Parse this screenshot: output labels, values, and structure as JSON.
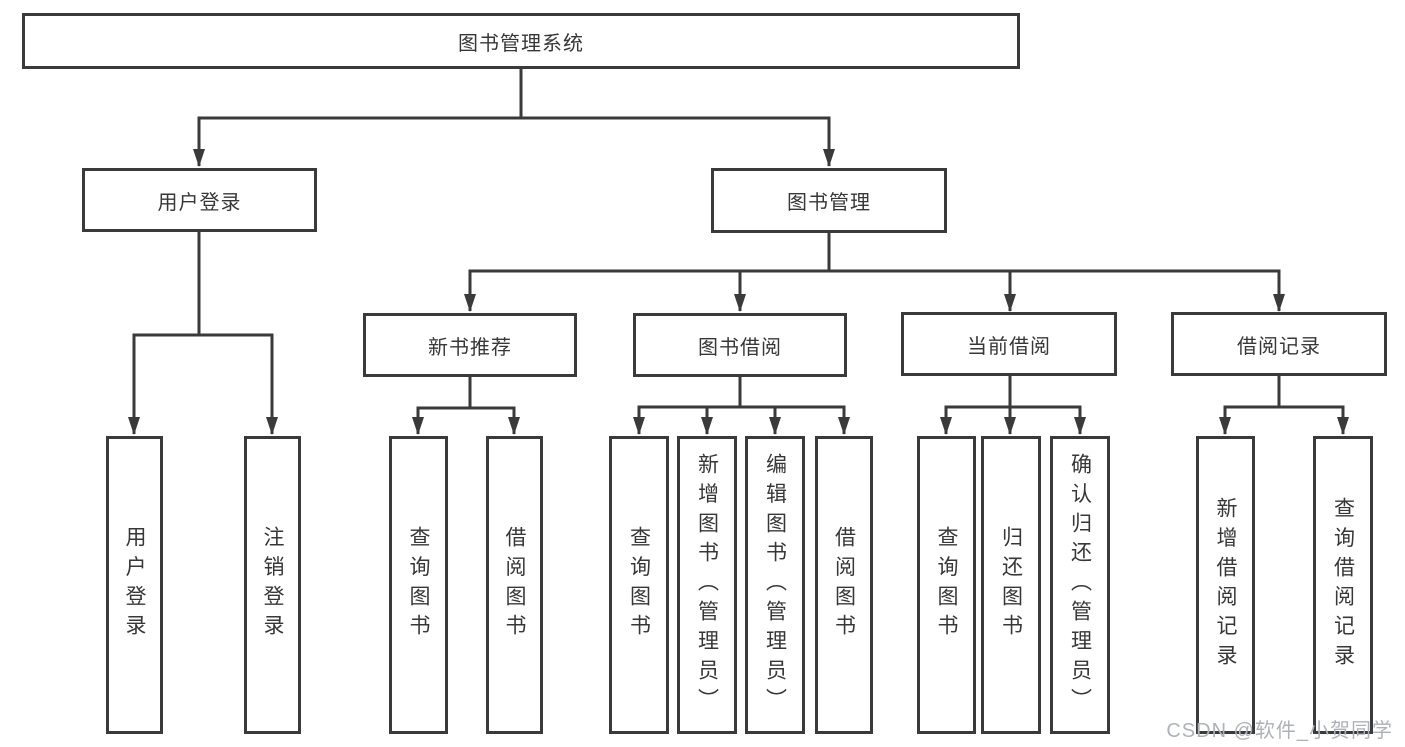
{
  "tree": {
    "root": {
      "label": "图书管理系统",
      "children": [
        {
          "label": "用户登录",
          "children": [
            {
              "label": "用户登录"
            },
            {
              "label": "注销登录"
            }
          ]
        },
        {
          "label": "图书管理",
          "children": [
            {
              "label": "新书推荐",
              "children": [
                {
                  "label": "查询图书"
                },
                {
                  "label": "借阅图书"
                }
              ]
            },
            {
              "label": "图书借阅",
              "children": [
                {
                  "label": "查询图书"
                },
                {
                  "label": "新增图书（管理员）"
                },
                {
                  "label": "编辑图书（管理员）"
                },
                {
                  "label": "借阅图书"
                }
              ]
            },
            {
              "label": "当前借阅",
              "children": [
                {
                  "label": "查询图书"
                },
                {
                  "label": "归还图书"
                },
                {
                  "label": "确认归还（管理员）"
                }
              ]
            },
            {
              "label": "借阅记录",
              "children": [
                {
                  "label": "新增借阅记录"
                },
                {
                  "label": "查询借阅记录"
                }
              ]
            }
          ]
        }
      ]
    }
  },
  "watermark": {
    "text": "CSDN @软件_小贺同学"
  },
  "colors": {
    "line": "#3a3a3a",
    "text": "#373737",
    "background": "#ffffff",
    "watermark": "#aeb2b8"
  }
}
